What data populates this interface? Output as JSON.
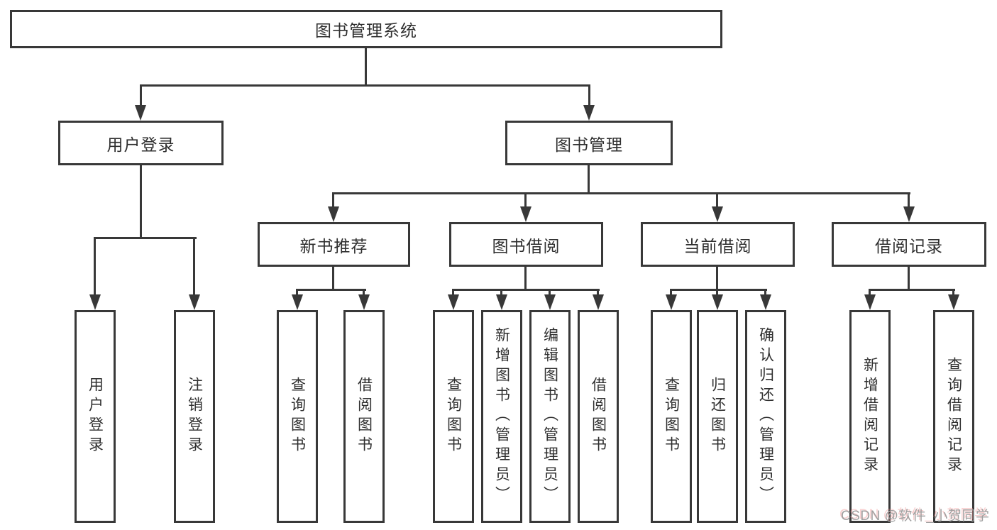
{
  "diagram": {
    "root": "图书管理系统",
    "level2": {
      "login": "用户登录",
      "manage": "图书管理"
    },
    "level3": [
      "新书推荐",
      "图书借阅",
      "当前借阅",
      "借阅记录"
    ],
    "leaves": {
      "login": [
        "用户登录",
        "注销登录"
      ],
      "recommend": [
        "查询图书",
        "借阅图书"
      ],
      "borrow": [
        "查询图书",
        "新增图书（管理员）",
        "编辑图书（管理员）",
        "借阅图书"
      ],
      "current": [
        "查询图书",
        "归还图书",
        "确认归还（管理员）"
      ],
      "records": [
        "新增借阅记录",
        "查询借阅记录"
      ]
    }
  },
  "watermark": "CSDN @软件_小贺同学",
  "colors": {
    "line": "#383838",
    "text": "#2f2f2f",
    "background": "#ffffff",
    "watermark": "#9f9f9f"
  }
}
